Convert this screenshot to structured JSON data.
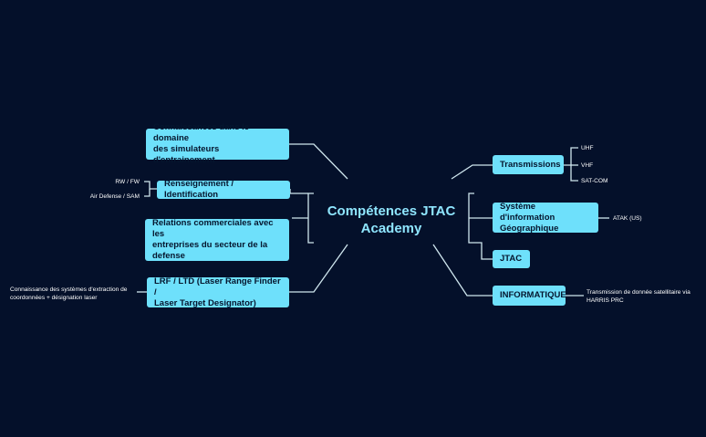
{
  "center": {
    "line1": "Compétences JTAC",
    "line2": "Academy"
  },
  "left": {
    "simulateurs": {
      "line1": "Connaissances dans le domaine",
      "line2": "des simulateurs d'entrainement"
    },
    "renseignement": {
      "label": "Renseignement / Identification",
      "leaves": [
        "RW / FW",
        "Air Defense / SAM"
      ]
    },
    "relations": {
      "line1": "Relations commerciales avec les",
      "line2": "entreprises du secteur de la",
      "line3": "defense"
    },
    "lrf": {
      "line1": "LRF / LTD (Laser Range Finder /",
      "line2": "Laser Target Designator)",
      "leaf_line1": "Connaissance des systèmes d'extraction de",
      "leaf_line2": "coordonnées + désignation laser"
    }
  },
  "right": {
    "transmissions": {
      "label": "Transmissions",
      "leaves": [
        "UHF",
        "VHF",
        "SAT-COM"
      ]
    },
    "sig": {
      "line1": "Système d'information",
      "line2": "Géographique",
      "leaf": "ATAK (US)"
    },
    "jtac": {
      "label": "JTAC"
    },
    "informatique": {
      "label": "INFORMATIQUE",
      "leaf_line1": "Transmission de donnée satellitaire via",
      "leaf_line2": "HARRIS PRC"
    }
  },
  "colors": {
    "background": "#04102a",
    "node": "#6ee0fb",
    "node_text": "#05162e",
    "center_text": "#8fe6ff",
    "connector": "#cfe6ee"
  }
}
